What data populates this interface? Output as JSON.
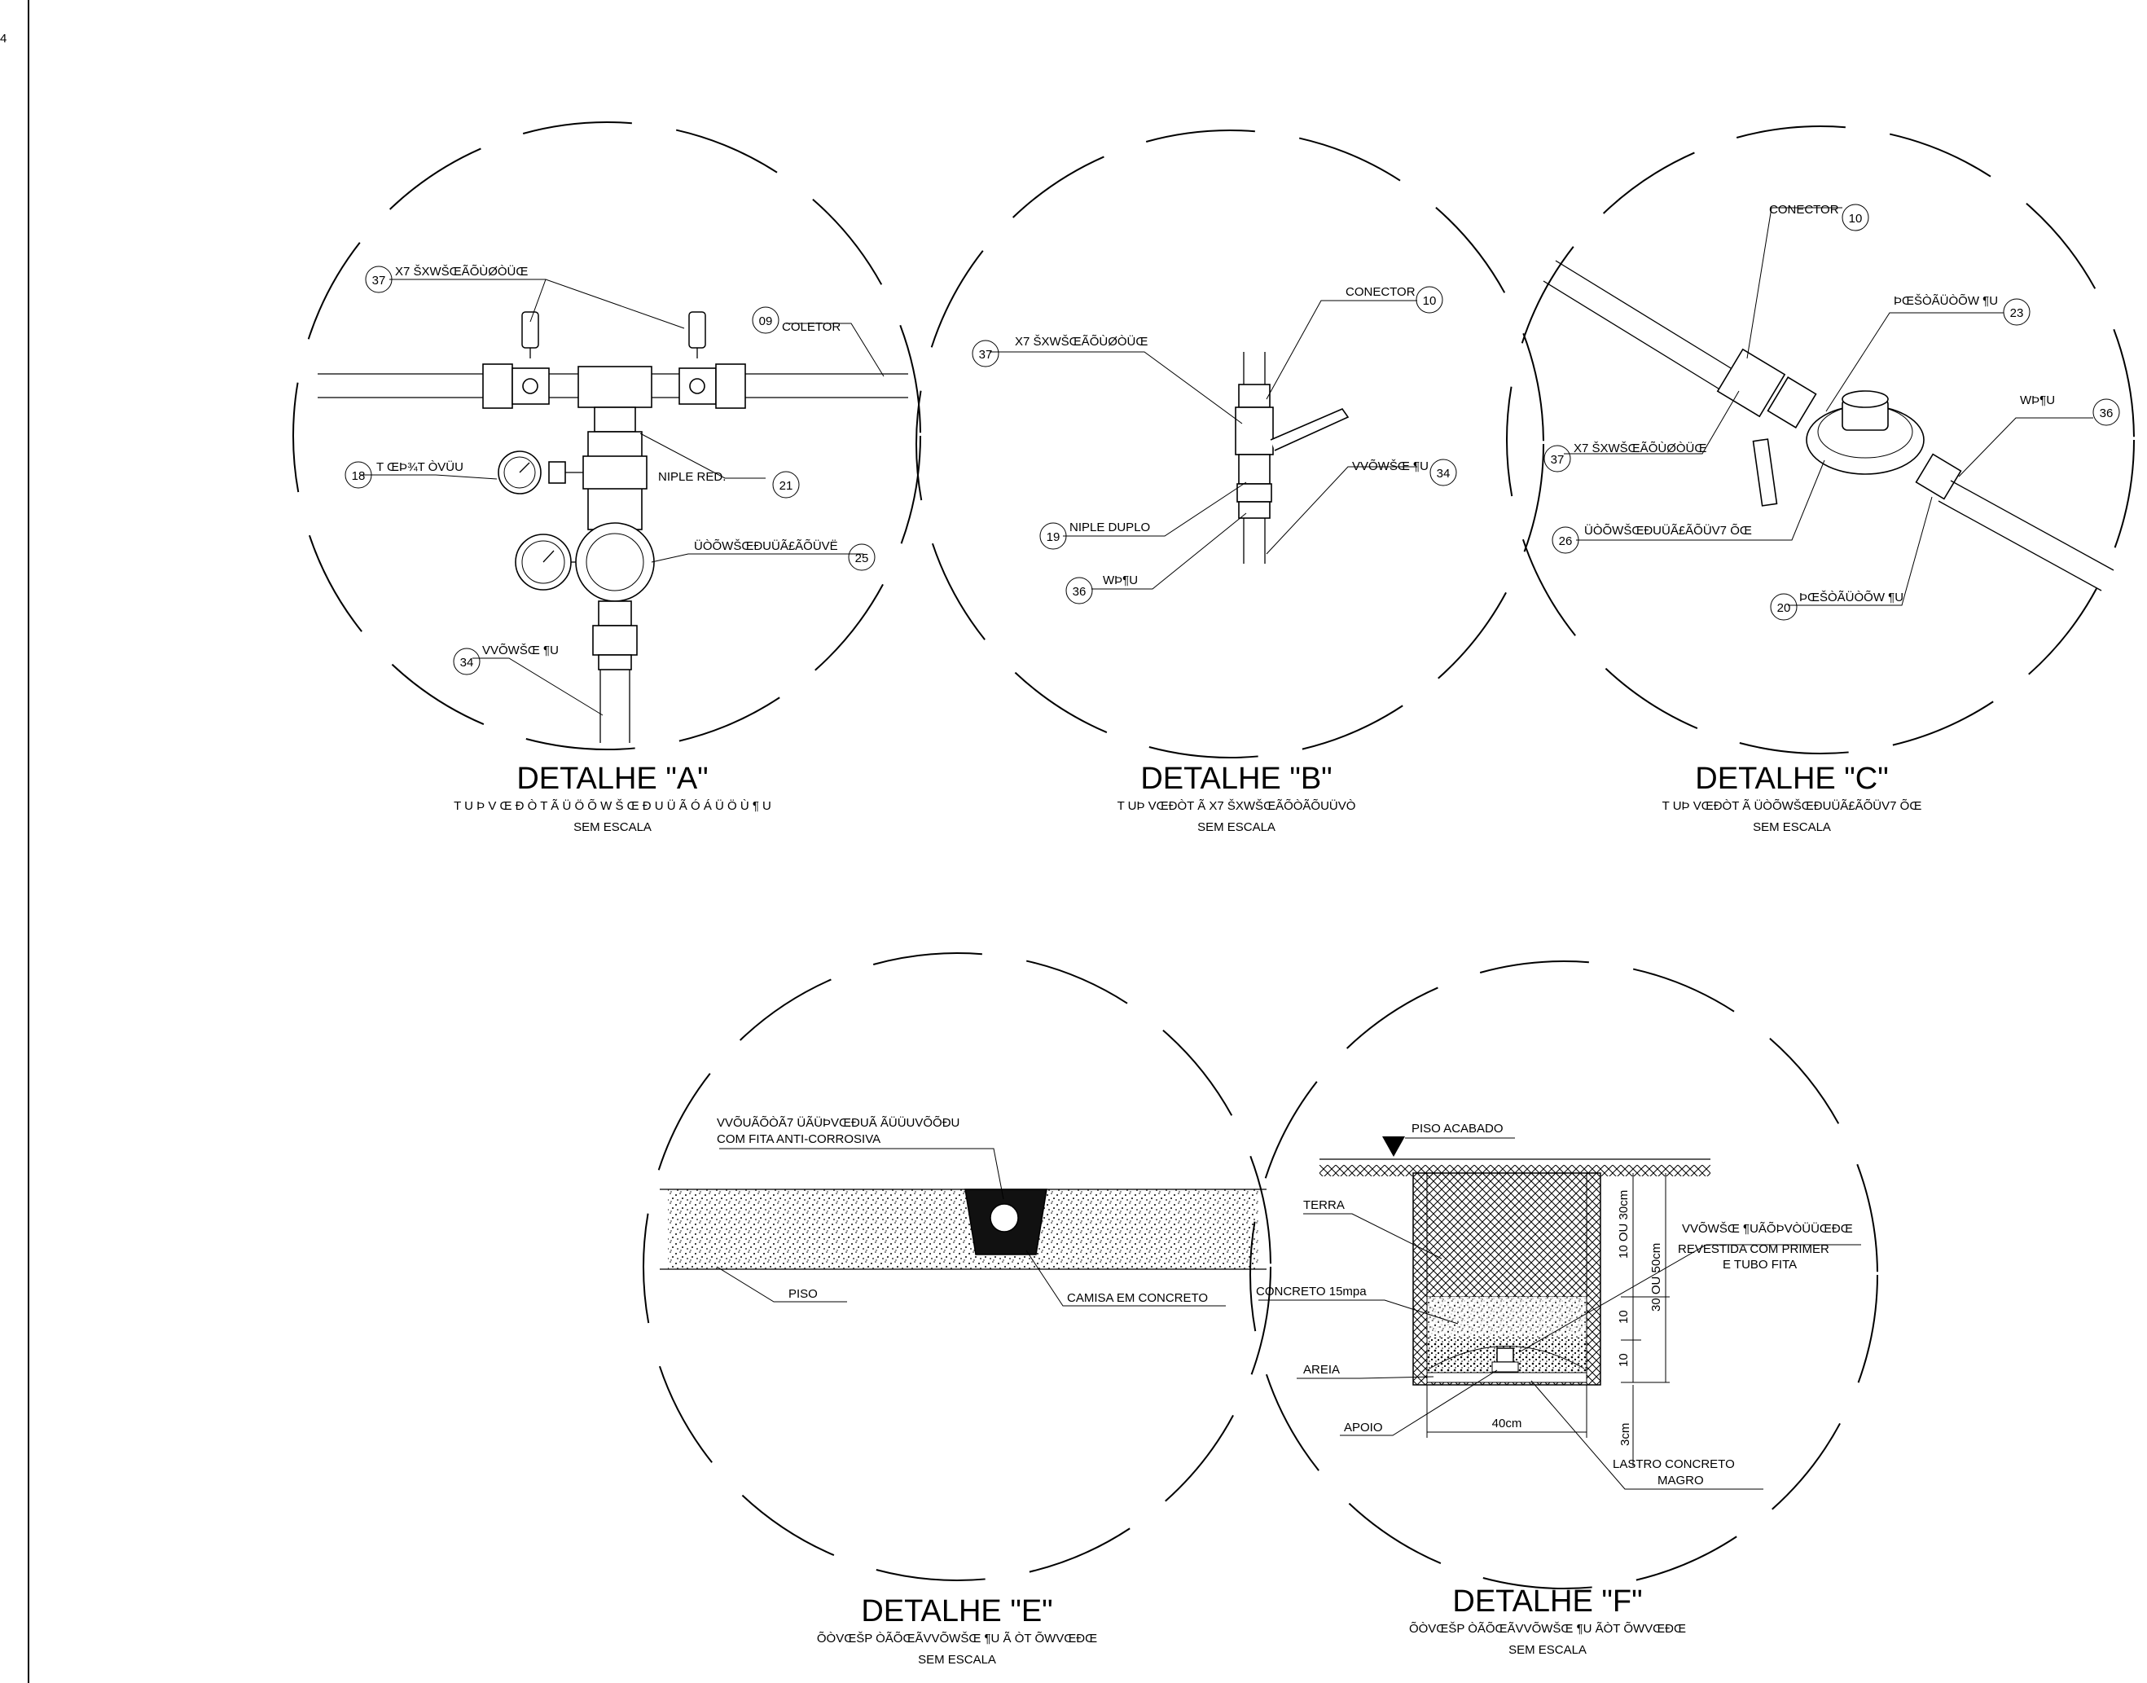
{
  "sheet": {
    "corner_mark": "4"
  },
  "detail_a": {
    "title": "DETALHE \"A\"",
    "subtitle": "T U Þ V Œ Ð Ò T Ã Ü Ö Õ W Š Œ Ð U Ü Ã Ó Á Ü Ö Ù ¶ U",
    "scale": "SEM ESCALA",
    "callouts": [
      {
        "num": "37",
        "text": "X7 ŠXWŠŒÃÕÙØÒÜŒ"
      },
      {
        "num": "09",
        "text": "COLETOR"
      },
      {
        "num": "18",
        "text": "T ŒÞ¾T ÒVÜU"
      },
      {
        "num": "21",
        "text": "NIPLE RED."
      },
      {
        "num": "25",
        "text": "ÜÒÕWŠŒÐUÜÃ£ÃÕÜVË"
      },
      {
        "num": "34",
        "text": "VVÕWŠŒ ¶U"
      }
    ]
  },
  "detail_b": {
    "title": "DETALHE \"B\"",
    "subtitle": "T UÞ VŒÐÒT Ã X7 ŠXWŠŒÃÕÒÃÕUÜVÒ",
    "scale": "SEM ESCALA",
    "callouts": [
      {
        "num": "10",
        "text": "CONECTOR"
      },
      {
        "num": "37",
        "text": "X7 ŠXWŠŒÃÕÙØÒÜŒ"
      },
      {
        "num": "34",
        "text": "VVÕWŠŒ ¶U"
      },
      {
        "num": "19",
        "text": "NIPLE DUPLO"
      },
      {
        "num": "36",
        "text": "WÞ¶U"
      }
    ]
  },
  "detail_c": {
    "title": "DETALHE \"C\"",
    "subtitle": "T UÞ VŒÐÒT Ã ÜÒÕWŠŒÐUÜÃ£ÃÕÜV7 ÕŒ",
    "scale": "SEM ESCALA",
    "callouts": [
      {
        "num": "10",
        "text": "CONECTOR"
      },
      {
        "num": "23",
        "text": "ÞŒŠÒÃÜÒÕW ¶U"
      },
      {
        "num": "36",
        "text": "WÞ¶U"
      },
      {
        "num": "37",
        "text": "X7 ŠXWŠŒÃÕÙØÒÜŒ"
      },
      {
        "num": "26",
        "text": "ÜÒÕWŠŒÐUÜÃ£ÃÕÜV7 ÕŒ"
      },
      {
        "num": "20",
        "text": "ÞŒŠÒÃÜÒÕW ¶U"
      }
    ]
  },
  "detail_e": {
    "title": "DETALHE \"E\"",
    "subtitle": "ÕÒVŒŠP ÒÃÕŒÃVVÕWŠŒ ¶U Ã ÒT ÕWVŒÐŒ",
    "scale": "SEM ESCALA",
    "note_line1": "VVÕUÃÕÒÃ7 ÜÃÜÞVŒÐUÃ ÃÜÜUVÕÕÐU",
    "note_line2": "COM FITA ANTI-CORROSIVA",
    "piso": "PISO",
    "camisa": "CAMISA EM CONCRETO"
  },
  "detail_f": {
    "title": "DETALHE \"F\"",
    "subtitle": "ÕÒVŒŠP ÒÃÕŒÃVVÕWŠŒ ¶U ÃÒT ÕWVŒÐŒ",
    "scale": "SEM ESCALA",
    "piso_acabado": "PISO ACABADO",
    "terra": "TERRA",
    "concreto": "CONCRETO 15mpa",
    "areia": "AREIA",
    "apoio": "APOIO",
    "pipe_note_1": "VVÕWŠŒ ¶UÃÕÞVÒÜÜŒÐŒ",
    "pipe_note_2": "REVESTIDA COM PRIMER",
    "pipe_note_3": "E TUBO FITA",
    "lastro_1": "LASTRO CONCRETO",
    "lastro_2": "MAGRO",
    "dim_depth_1": "10 OU 30cm",
    "dim_depth_2": "30 OU 50cm",
    "dim_10a": "10",
    "dim_10b": "10",
    "dim_3": "3cm",
    "dim_width": "40cm"
  }
}
